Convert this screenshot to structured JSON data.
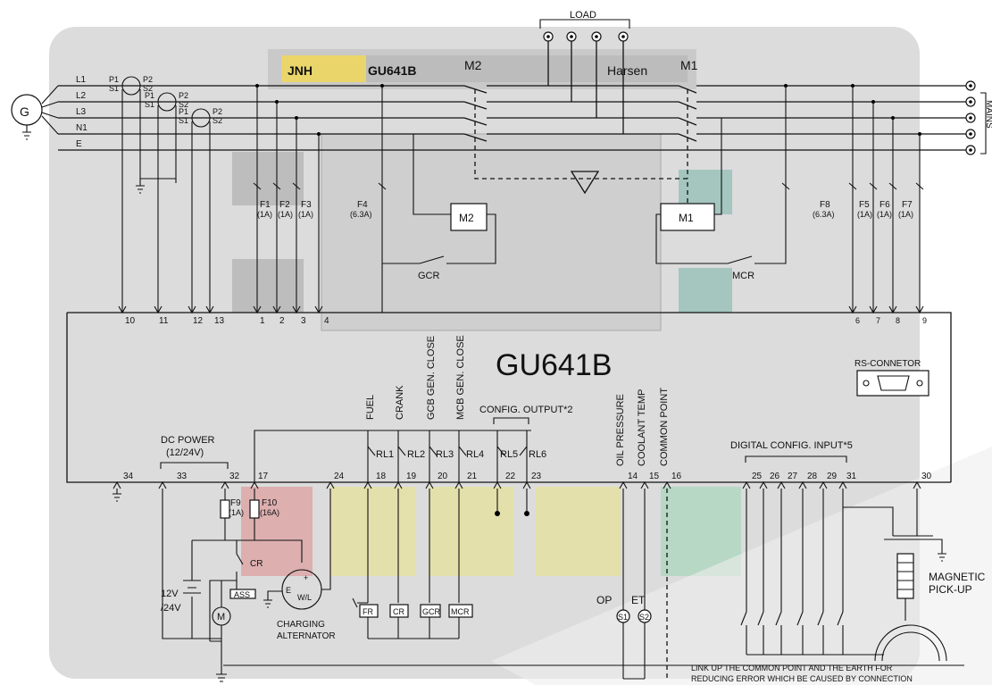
{
  "title": "GU641B",
  "watermark": "GU641B",
  "brand_logo": "JNH",
  "brand_text": "Harsen",
  "load_label": "LOAD",
  "mains_label": "MAINS",
  "generator_symbol": "G",
  "phase_labels": [
    "L1",
    "L2",
    "L3",
    "N1",
    "E"
  ],
  "ct_labels": {
    "p1": "P1",
    "p2": "P2",
    "s1": "S1",
    "s2": "S2"
  },
  "contactors": {
    "gen": "M2",
    "mains": "M1"
  },
  "contacts": {
    "gcr": "GCR",
    "mcr": "MCR",
    "cr": "CR"
  },
  "fuses_left": [
    {
      "name": "F1",
      "rating": "(1A)"
    },
    {
      "name": "F2",
      "rating": "(1A)"
    },
    {
      "name": "F3",
      "rating": "(1A)"
    },
    {
      "name": "F4",
      "rating": "(6.3A)"
    }
  ],
  "fuses_right": [
    {
      "name": "F8",
      "rating": "(6.3A)"
    },
    {
      "name": "F5",
      "rating": "(1A)"
    },
    {
      "name": "F6",
      "rating": "(1A)"
    },
    {
      "name": "F7",
      "rating": "(1A)"
    }
  ],
  "fuses_dc": [
    {
      "name": "F9",
      "rating": "(1A)"
    },
    {
      "name": "F10",
      "rating": "(16A)"
    }
  ],
  "top_terminals": [
    "10",
    "11",
    "12",
    "13",
    "1",
    "2",
    "3",
    "4",
    "6",
    "7",
    "8",
    "9"
  ],
  "bottom_terminals": [
    "34",
    "33",
    "32",
    "17",
    "24",
    "18",
    "19",
    "20",
    "21",
    "22",
    "23",
    "14",
    "15",
    "16",
    "25",
    "26",
    "27",
    "28",
    "29",
    "31",
    "30"
  ],
  "output_labels": [
    "FUEL",
    "CRANK",
    "GCB GEN. CLOSE",
    "MCB GEN. CLOSE"
  ],
  "relays": [
    "RL1",
    "RL2",
    "RL3",
    "RL4",
    "RL5",
    "RL6"
  ],
  "config_output": "CONFIG. OUTPUT*2",
  "sensor_labels": [
    "OIL PRESSURE",
    "COOLANT TEMP",
    "COMMON POINT"
  ],
  "dc_power": {
    "line1": "DC POWER",
    "line2": "(12/24V)"
  },
  "rs_connector": "RS-CONNETOR",
  "digital_input": "DIGITAL CONFIG. INPUT*5",
  "battery": {
    "line1": "12V",
    "line2": "/24V"
  },
  "motor": "M",
  "ass": "ASS",
  "alternator": {
    "line1": "CHARGING",
    "line2": "ALTERNATOR",
    "w_l": "W/L",
    "e": "E",
    "plus": "+"
  },
  "coils": [
    "FR",
    "CR",
    "GCR",
    "MCR"
  ],
  "sensors": {
    "op": "OP",
    "et": "ET",
    "s1": "S1",
    "s2": "S2"
  },
  "magnetic": {
    "line1": "MAGNETIC",
    "line2": "PICK-UP"
  },
  "note": {
    "line1": "LINK UP THE COMMON POINT AND THE EARTH FOR",
    "line2": "REDUCING ERROR WHICH BE CAUSED BY CONNECTION"
  }
}
